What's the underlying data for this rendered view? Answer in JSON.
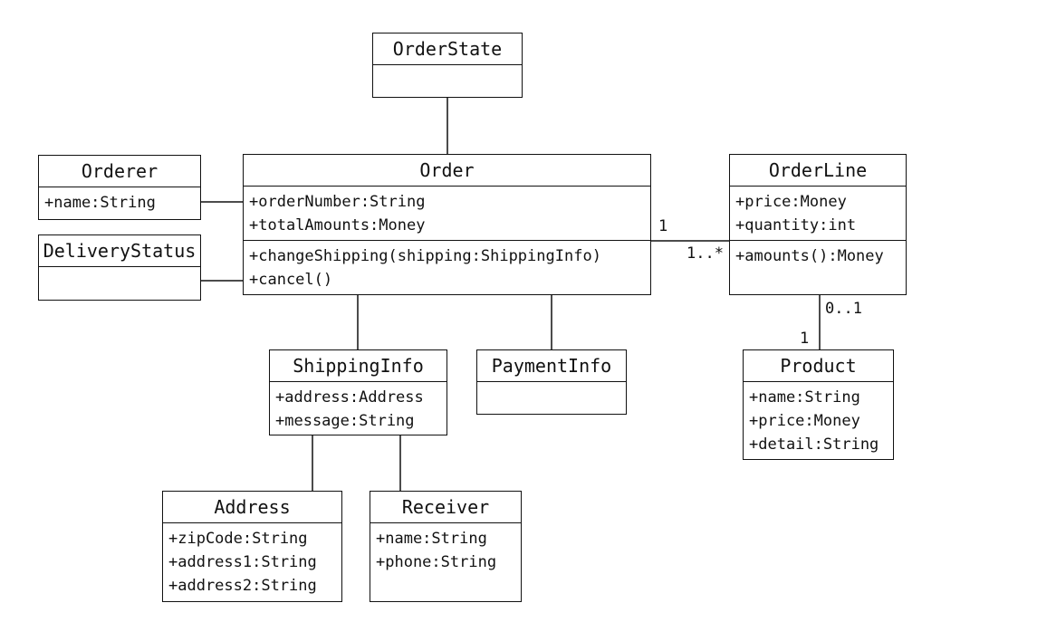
{
  "classes": {
    "orderstate": {
      "name": "OrderState",
      "attributes": [],
      "operations": null
    },
    "order": {
      "name": "Order",
      "attributes": [
        "+orderNumber:String",
        "+totalAmounts:Money"
      ],
      "operations": [
        "+changeShipping(shipping:ShippingInfo)",
        "+cancel()"
      ]
    },
    "orderer": {
      "name": "Orderer",
      "attributes": [
        "+name:String"
      ],
      "operations": null
    },
    "deliverystatus": {
      "name": "DeliveryStatus",
      "attributes": [],
      "operations": null
    },
    "orderline": {
      "name": "OrderLine",
      "attributes": [
        "+price:Money",
        "+quantity:int"
      ],
      "operations": [
        "+amounts():Money"
      ]
    },
    "shippinginfo": {
      "name": "ShippingInfo",
      "attributes": [
        "+address:Address",
        "+message:String"
      ],
      "operations": null
    },
    "paymentinfo": {
      "name": "PaymentInfo",
      "attributes": [],
      "operations": null
    },
    "product": {
      "name": "Product",
      "attributes": [
        "+name:String",
        "+price:Money",
        "+detail:String"
      ],
      "operations": null
    },
    "address": {
      "name": "Address",
      "attributes": [
        "+zipCode:String",
        "+address1:String",
        "+address2:String"
      ],
      "operations": null
    },
    "receiver": {
      "name": "Receiver",
      "attributes": [
        "+name:String",
        "+phone:String"
      ],
      "operations": null
    }
  },
  "multiplicities": {
    "order_orderline_order_end": "1",
    "order_orderline_line_end": "1..*",
    "orderline_product_line_end": "0..1",
    "orderline_product_product_end": "1"
  }
}
